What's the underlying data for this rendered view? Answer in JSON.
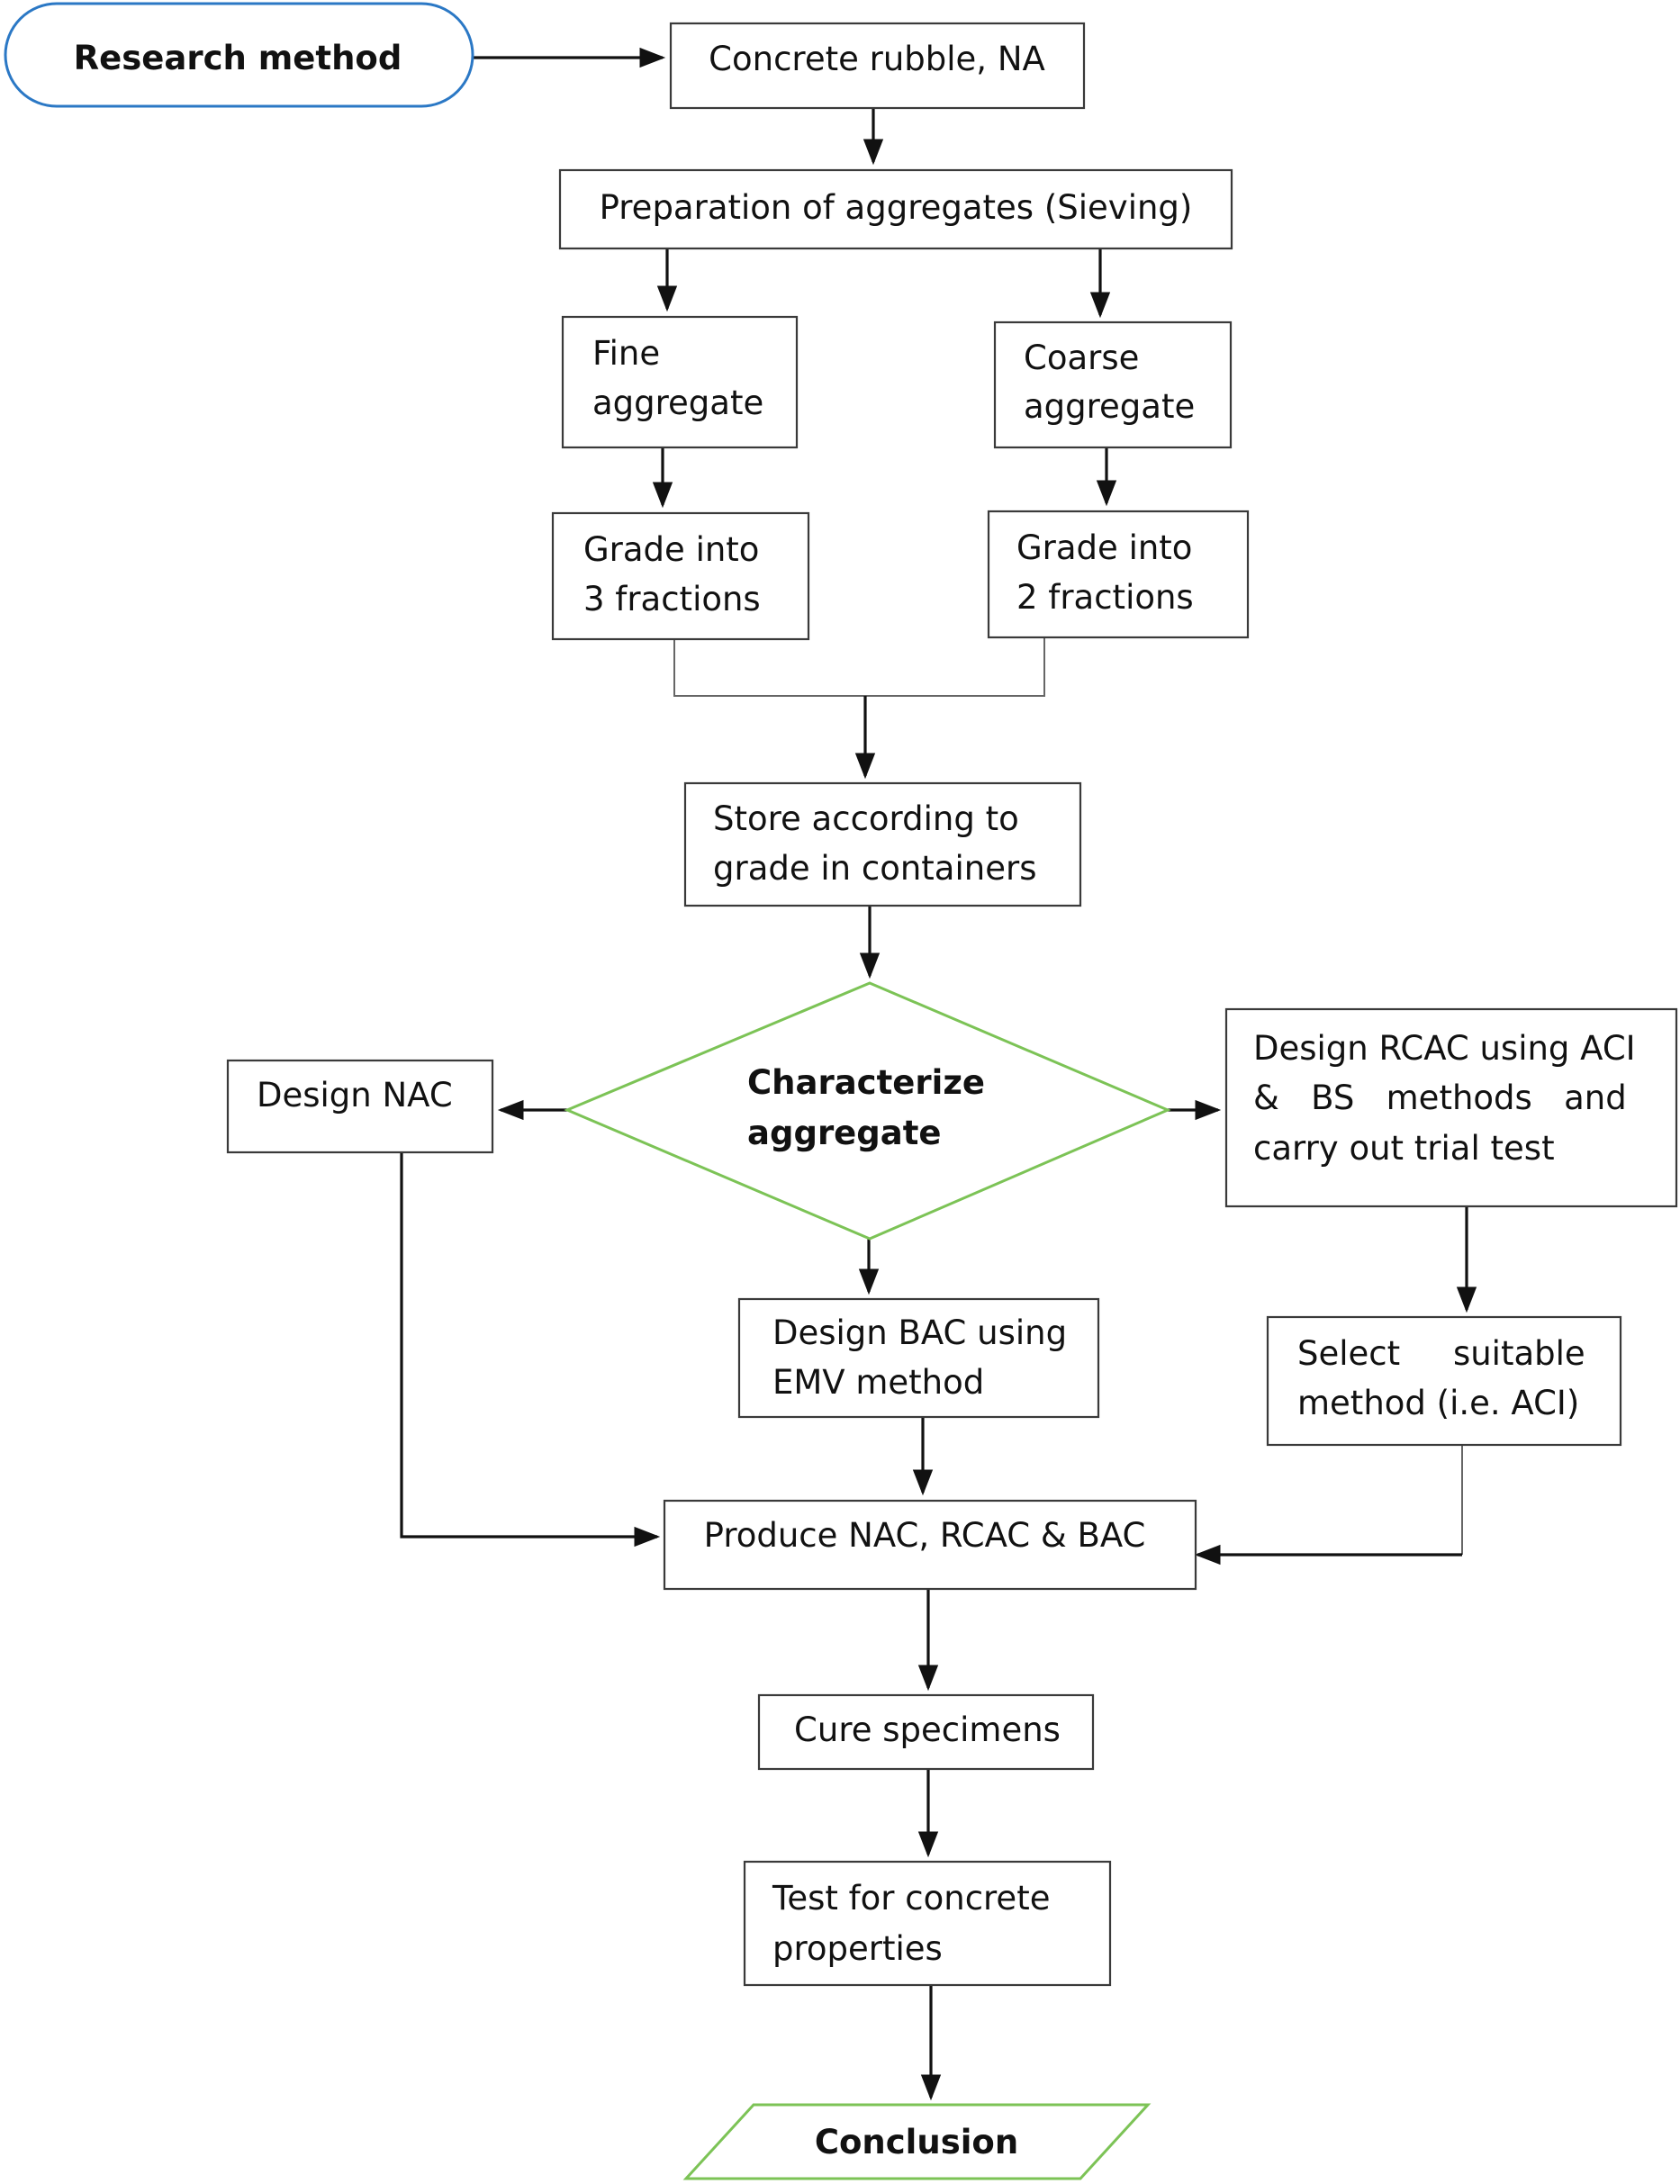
{
  "colors": {
    "start_stroke": "#2b78c5",
    "decision_stroke": "#7cc356",
    "end_stroke": "#7cc356",
    "box_stroke": "#3a3a3a",
    "arrow": "#111111"
  },
  "nodes": {
    "research_method": "Research method",
    "concrete_rubble": "Concrete rubble, NA",
    "preparation": "Preparation of aggregates (Sieving)",
    "fine_aggregate": [
      "Fine",
      "aggregate"
    ],
    "coarse_aggregate": [
      "Coarse",
      "aggregate"
    ],
    "grade_fine": [
      "Grade into",
      "3 fractions"
    ],
    "grade_coarse": [
      "Grade into",
      "2 fractions"
    ],
    "store": [
      "Store according to",
      "grade in containers"
    ],
    "characterize": [
      "Characterize",
      "aggregate"
    ],
    "design_nac": "Design NAC",
    "design_rcac": [
      "Design RCAC using ACI",
      "&   BS   methods   and",
      "carry out trial test"
    ],
    "design_bac": [
      "Design BAC using",
      "EMV method"
    ],
    "select_method": [
      "Select     suitable",
      "method (i.e. ACI)"
    ],
    "produce": "Produce NAC, RCAC & BAC",
    "cure": "Cure specimens",
    "test": [
      "Test for concrete",
      "properties"
    ],
    "conclusion": "Conclusion"
  }
}
